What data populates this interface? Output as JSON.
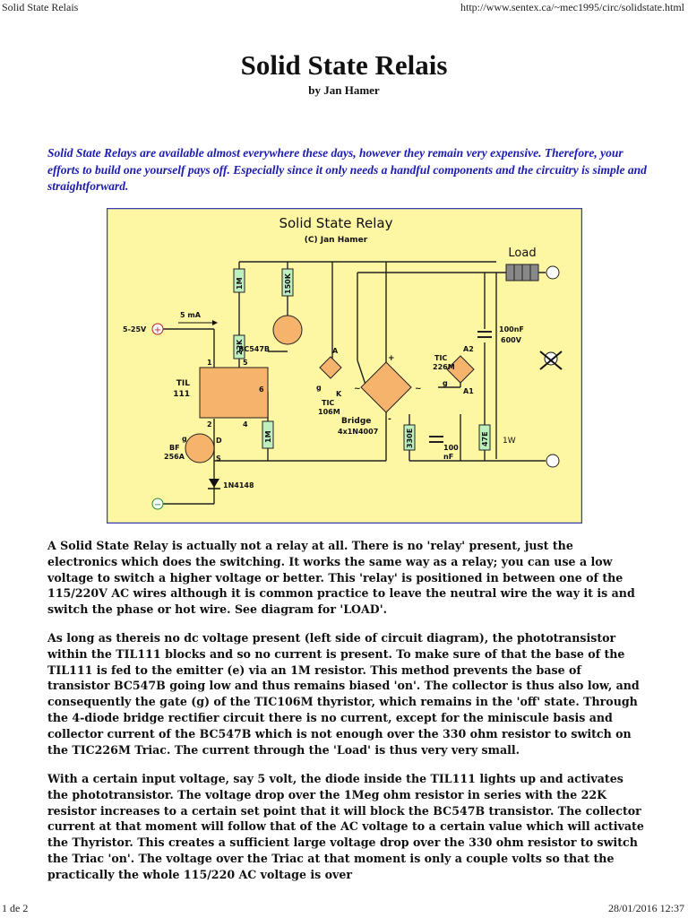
{
  "header": {
    "left": "Solid State Relais",
    "right": "http://www.sentex.ca/~mec1995/circ/solidstate.html"
  },
  "title": "Solid State Relais",
  "byline": "by Jan Hamer",
  "intro": "Solid State Relays are available almost everywhere these days, however they remain very expensive. Therefore, your efforts to build one yourself pays off. Especially since it only needs a handful components and the circuitry is simple and straightforward.",
  "diagram": {
    "title": "Solid State Relay",
    "subtitle": "(C) Jan Hamer",
    "labels": {
      "load": "Load",
      "vin": "5-25V",
      "current": "5 mA",
      "r1m_top": "1M",
      "r150k": "150K",
      "r22k": "22K",
      "bc547b": "BC547B",
      "til": "TIL",
      "til_num": "111",
      "pin1": "1",
      "pin2": "2",
      "pin4": "4",
      "pin5": "5",
      "pin6": "6",
      "r1m_bot": "1M",
      "tic106_a": "A",
      "tic106_k": "K",
      "tic106_g": "g",
      "tic106_name": "TIC",
      "tic106_num": "106M",
      "bridge": "Bridge",
      "bridge_parts": "4x1N4007",
      "bridge_plus": "+",
      "bridge_minus": "-",
      "tilde_l": "~",
      "tilde_r": "~",
      "tic226_name": "TIC",
      "tic226_num": "226M",
      "a1": "A1",
      "a2": "A2",
      "g2": "g",
      "cap1": "100nF",
      "cap1v": "600V",
      "r330": "330E",
      "cap2": "100",
      "cap2u": "nF",
      "r47": "47E",
      "w1": "1W",
      "bf": "BF",
      "bf_num": "256A",
      "bf_g": "g",
      "bf_d": "D",
      "bf_s": "S",
      "diode": "1N4148",
      "plus": "+",
      "minus": "−"
    }
  },
  "paragraphs": [
    "A Solid State Relay is actually not a relay at all. There is no 'relay' present, just the electronics which does the switching. It works the same way as a relay; you can use a low voltage to switch a higher voltage or better. This 'relay' is positioned in between one of the 115/220V AC wires although it is common practice to leave the neutral wire the way it is and switch the phase or hot wire. See diagram for 'LOAD'.",
    "As long as thereis no dc voltage present (left side of circuit diagram), the phototransistor within the TIL111 blocks and so no current is present. To make sure of that the base of the TIL111 is fed to the emitter (e) via an 1M resistor. This method prevents the base of transistor BC547B going low and thus remains biased 'on'. The collector is thus also low, and consequently the gate (g) of the TIC106M thyristor, which remains in the 'off' state. Through the 4-diode bridge rectifier circuit there is no current, except for the miniscule basis and collector current of the BC547B which is not enough over the 330 ohm resistor to switch on the TIC226M Triac. The current through the 'Load' is thus very very small.",
    "With a certain input voltage, say 5 volt, the diode inside the TIL111 lights up and activates the phototransistor. The voltage drop over the 1Meg ohm resistor in series with the 22K resistor increases to a certain set point that it will block the BC547B transistor. The collector current at that moment will follow that of the AC voltage to a certain value which will activate the Thyristor. This creates a sufficient large voltage drop over the 330 ohm resistor to switch the Triac 'on'. The voltage over the Triac at that moment is only a couple volts so that the practically the whole 115/220 AC voltage is over"
  ],
  "footer": {
    "left": "1 de 2",
    "right": "28/01/2016 12:37"
  }
}
